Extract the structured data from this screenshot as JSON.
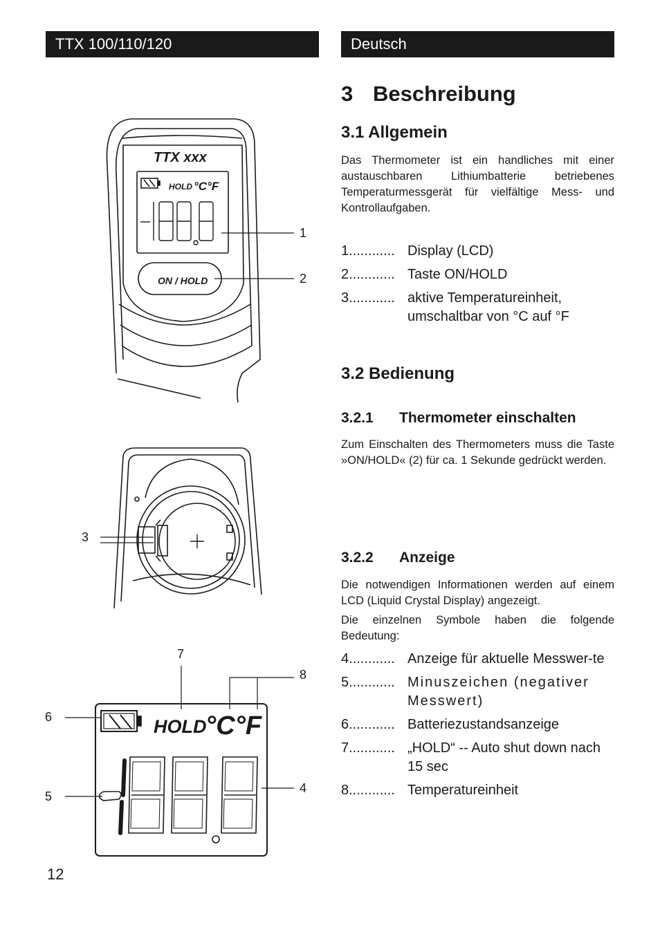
{
  "header": {
    "left": "TTX 100/110/120",
    "right": "Deutsch"
  },
  "section": {
    "number": "3",
    "title": "Beschreibung"
  },
  "s31": {
    "title": "3.1  Allgemein",
    "text": "Das Thermometer ist ein handliches mit einer austauschbaren Lithiumbatterie betriebenes Temperaturmessgerät für vielfältige Mess- und Kontrollaufgaben.",
    "items": [
      {
        "num": "1............",
        "text": "Display (LCD)"
      },
      {
        "num": "2............",
        "text": "Taste ON/HOLD"
      },
      {
        "num": "3............",
        "text": "aktive Temperatureinheit, umschaltbar von °C auf °F"
      }
    ]
  },
  "s32": {
    "title": "3.2  Bedienung"
  },
  "s321": {
    "number": "3.2.1",
    "title": "Thermometer einschalten",
    "text": "Zum Einschalten des Thermometers muss die Taste »ON/HOLD« (2) für ca. 1 Sekunde gedrückt werden."
  },
  "s322": {
    "number": "3.2.2",
    "title": "Anzeige",
    "text1": "Die notwendigen Informationen werden auf einem LCD (Liquid Crystal Display) angezeigt.",
    "text2": "Die einzelnen Symbole haben die folgende Bedeutung:",
    "items": [
      {
        "num": "4............",
        "text": "Anzeige für aktuelle Messwer-te"
      },
      {
        "num": "5............",
        "text": "Minuszeichen (negativer Messwert)"
      },
      {
        "num": "6............",
        "text": "Batteriezustandsanzeige"
      },
      {
        "num": "7............",
        "text": "„HOLD“ -- Auto shut down nach 15 sec"
      },
      {
        "num": "8............",
        "text": "Temperatureinheit"
      }
    ]
  },
  "figure": {
    "model_label": "TTX xxx",
    "hold_label": "HOLD",
    "unit_label": "°C°F",
    "button_label": "ON / HOLD",
    "callouts": [
      "1",
      "2",
      "3",
      "4",
      "5",
      "6",
      "7",
      "8"
    ]
  },
  "page_number": "12"
}
